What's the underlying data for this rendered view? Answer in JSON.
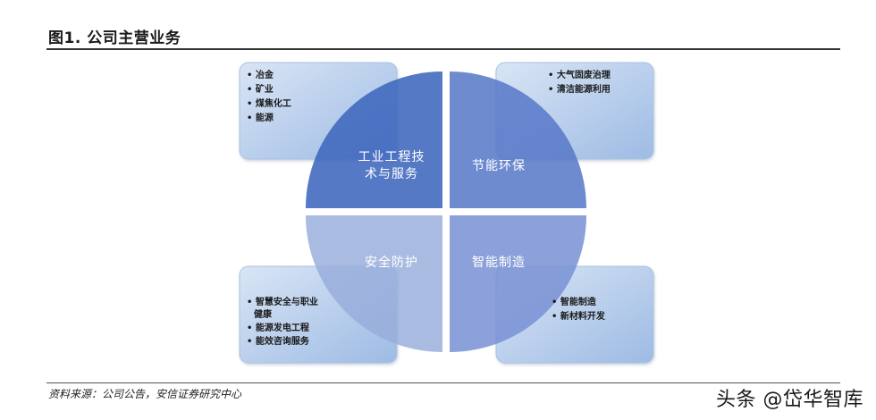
{
  "header": {
    "title": "图1. 公司主营业务"
  },
  "footer": {
    "source": "资料来源：公司公告，安信证券研究中心",
    "watermark": "头条 @岱华智库"
  },
  "diagram": {
    "quadrants": [
      {
        "label_lines": [
          "工业工程技",
          "术与服务"
        ],
        "box_items": [
          [
            "冶金"
          ],
          [
            "矿业"
          ],
          [
            "煤焦化工"
          ],
          [
            "能源"
          ]
        ]
      },
      {
        "label_lines": [
          "节能环保"
        ],
        "box_items": [
          [
            "大气固废治理"
          ],
          [
            "清洁能源利用"
          ]
        ]
      },
      {
        "label_lines": [
          "安全防护"
        ],
        "box_items": [
          [
            "智慧安全与职业",
            "健康"
          ],
          [
            "能源发电工程"
          ],
          [
            "能效咨询服务"
          ]
        ]
      },
      {
        "label_lines": [
          "智能制造"
        ],
        "box_items": [
          [
            "智能制造"
          ],
          [
            "新材料开发"
          ]
        ]
      }
    ],
    "colors": {
      "q1": "#3f66bd",
      "q2": "#5778c8",
      "q3": "#97acdb",
      "q4": "#7891d3",
      "box_light": "#d6e3f4",
      "box_dark": "#99b8e3"
    }
  }
}
